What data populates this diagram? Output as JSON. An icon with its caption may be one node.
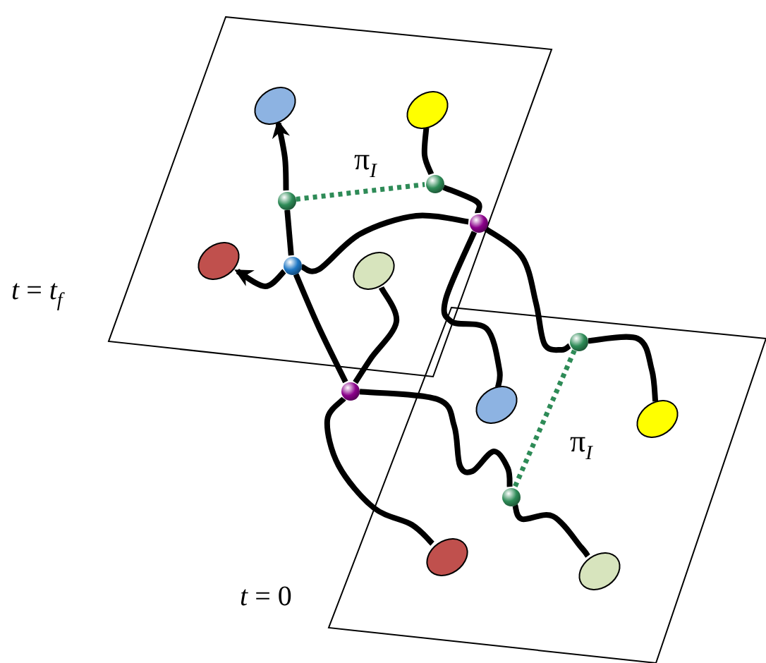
{
  "diagram": {
    "nodes": [
      {
        "text": [],
        "shape": "ellipse"
      },
      {
        "text": [],
        "shape": "ellipse"
      },
      {
        "text": [],
        "shape": "ellipse"
      },
      {
        "text": [],
        "shape": "ellipse"
      },
      {
        "text": [],
        "shape": "ellipse"
      },
      {
        "text": [],
        "shape": "ellipse"
      },
      {
        "text": [],
        "shape": "ellipse"
      },
      {
        "text": [],
        "shape": "ellipse"
      },
      {
        "text": [],
        "shape": "circle"
      },
      {
        "text": [],
        "shape": "circle"
      },
      {
        "text": [],
        "shape": "circle"
      },
      {
        "text": [],
        "shape": "circle"
      },
      {
        "text": [],
        "shape": "circle"
      },
      {
        "text": [],
        "shape": "circle"
      },
      {
        "text": [],
        "shape": "circle"
      }
    ],
    "edges": [
      {
        "from": 11,
        "to": 8,
        "arrow": "none"
      },
      {
        "from": 8,
        "to": 0,
        "arrow": "to"
      },
      {
        "from": 11,
        "to": 2,
        "arrow": "to"
      },
      {
        "from": 11,
        "to": 10,
        "arrow": "none"
      },
      {
        "from": 1,
        "to": 9,
        "arrow": "none"
      },
      {
        "from": 9,
        "to": 10,
        "arrow": "none"
      },
      {
        "from": 10,
        "to": 4,
        "arrow": "none"
      },
      {
        "from": 10,
        "to": 13,
        "arrow": "none"
      },
      {
        "from": 13,
        "to": 5,
        "arrow": "none"
      },
      {
        "from": 11,
        "to": 12,
        "arrow": "none"
      },
      {
        "from": 3,
        "to": 12,
        "arrow": "none"
      },
      {
        "from": 12,
        "to": 14,
        "arrow": "none"
      },
      {
        "from": 12,
        "to": 6,
        "arrow": "none"
      },
      {
        "from": 14,
        "to": 7,
        "arrow": "none"
      },
      {
        "from": 8,
        "to": 9,
        "arrow": "none",
        "label": "π$_{I}$",
        "style": "dashed",
        "color": "#2e8b57"
      },
      {
        "from": 13,
        "to": 14,
        "arrow": "none",
        "label": "π$_{I}$",
        "style": "dashed",
        "color": "#2e8b57"
      }
    ],
    "labels": [
      "*t* = *t*$_{f}$",
      "*t* = 0"
    ]
  }
}
